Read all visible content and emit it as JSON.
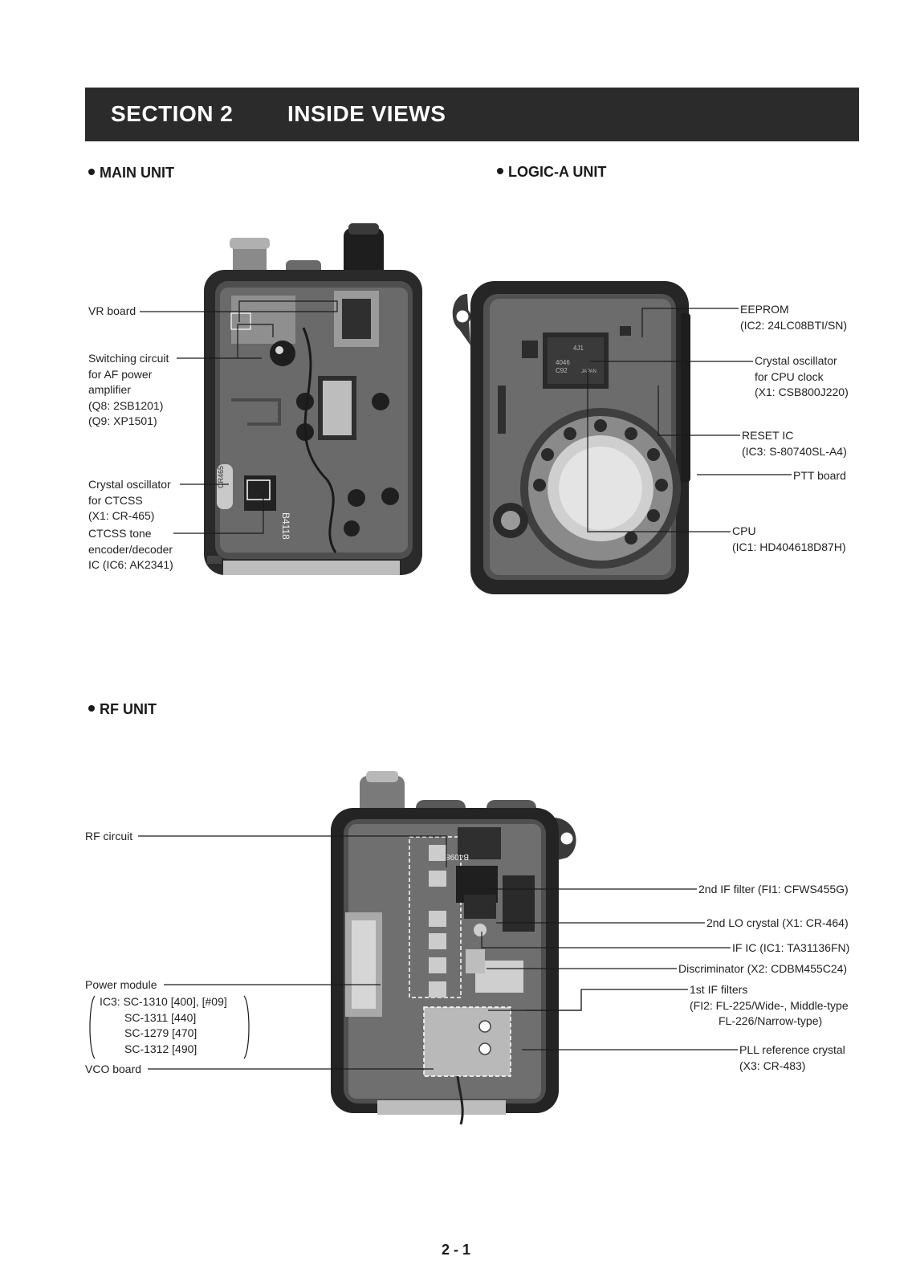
{
  "header": {
    "section": "SECTION 2",
    "title": "INSIDE VIEWS"
  },
  "main_unit": {
    "heading": "MAIN UNIT",
    "labels": {
      "vr_board": [
        "VR board"
      ],
      "switching": [
        "Switching circuit",
        "for AF power",
        "amplifier",
        "(Q8: 2SB1201)",
        "(Q9: XP1501)"
      ],
      "crystal_ctcss": [
        "Crystal oscillator",
        "for CTCSS",
        "(X1: CR-465)"
      ],
      "ctcss_tone": [
        "CTCSS tone",
        "encoder/decoder",
        "IC (IC6: AK2341)"
      ]
    },
    "photo_text": [
      "B4118",
      "CR465"
    ]
  },
  "logic_unit": {
    "heading": "LOGIC-A UNIT",
    "labels": {
      "eeprom": [
        "EEPROM",
        "(IC2: 24LC08BTI/SN)"
      ],
      "crystal_cpu": [
        "Crystal oscillator",
        "for CPU clock",
        "(X1: CSB800J220)"
      ],
      "reset": [
        "RESET IC",
        "(IC3: S-80740SL-A4)"
      ],
      "ptt": [
        "PTT board"
      ],
      "cpu": [
        "CPU",
        "(IC1: HD404618D87H)"
      ]
    },
    "photo_text": [
      "4J1",
      "4046",
      "C92",
      "JAPAN"
    ]
  },
  "rf_unit": {
    "heading": "RF UNIT",
    "labels": {
      "rf_circuit": [
        "RF circuit"
      ],
      "power_module": [
        "Power module"
      ],
      "power_models": [
        "IC3: SC-1310 [400], [#09]",
        "SC-1311 [440]",
        "SC-1279 [470]",
        "SC-1312 [490]"
      ],
      "vco_board": [
        "VCO board"
      ],
      "second_if": [
        "2nd IF filter (FI1: CFWS455G)"
      ],
      "second_lo": [
        "2nd LO crystal (X1: CR-464)"
      ],
      "if_ic": [
        "IF IC (IC1: TA31136FN)"
      ],
      "discriminator": [
        "Discriminator (X2: CDBM455C24)"
      ],
      "first_if": [
        "1st IF filters",
        "(FI2: FL-225/Wide-, Middle-type",
        "FL-226/Narrow-type)"
      ],
      "pll": [
        "PLL reference crystal",
        "(X3: CR-483)"
      ]
    },
    "photo_text": [
      "B4098"
    ]
  },
  "page_number": "2 - 1",
  "colors": {
    "banner": "#2b2b2b",
    "text": "#1a1a1a",
    "board": "#5a5a5a",
    "case": "#2a2a2a"
  }
}
